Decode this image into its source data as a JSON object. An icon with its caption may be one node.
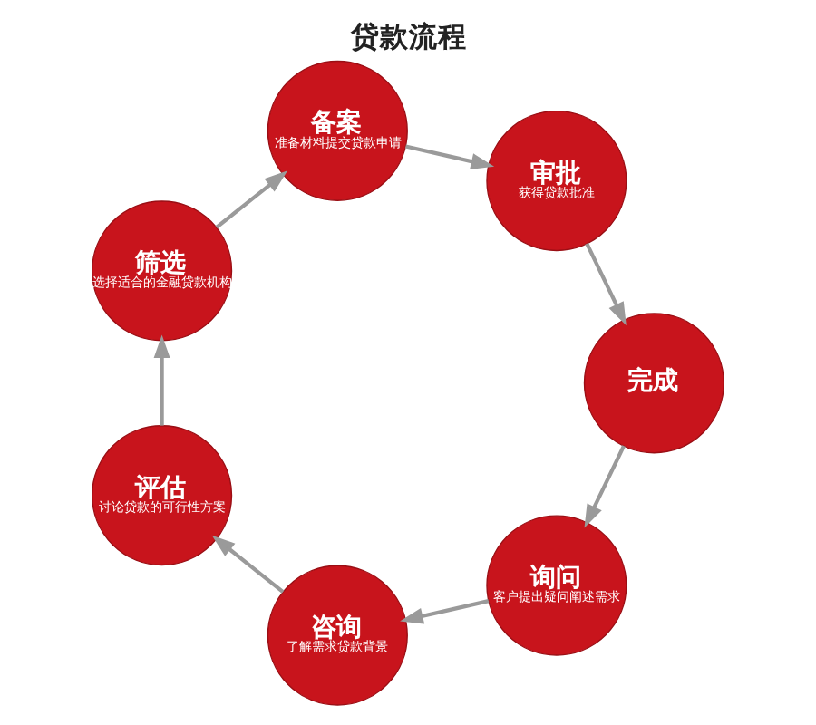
{
  "diagram": {
    "title": "贷款流程",
    "nodes": [
      {
        "text": [
          "询问",
          "客户提出疑问阐述需求"
        ]
      },
      {
        "text": [
          "咨询",
          "了解需求贷款背景"
        ]
      },
      {
        "text": [
          "评估",
          "讨论贷款的可行性方案"
        ]
      },
      {
        "text": [
          "筛选",
          "选择适合的金融贷款机构"
        ]
      },
      {
        "text": [
          "备案",
          "准备材料提交贷款申请"
        ]
      },
      {
        "text": [
          "审批",
          "获得贷款批准"
        ]
      },
      {
        "text": [
          "完成"
        ]
      }
    ],
    "edges": [
      {
        "from": 0,
        "to": 1,
        "arrow": "to"
      },
      {
        "from": 1,
        "to": 2,
        "arrow": "to"
      },
      {
        "from": 2,
        "to": 3,
        "arrow": "to"
      },
      {
        "from": 3,
        "to": 4,
        "arrow": "to"
      },
      {
        "from": 4,
        "to": 5,
        "arrow": "to"
      },
      {
        "from": 5,
        "to": 6,
        "arrow": "to"
      },
      {
        "from": 6,
        "to": 0,
        "arrow": "to"
      }
    ]
  }
}
